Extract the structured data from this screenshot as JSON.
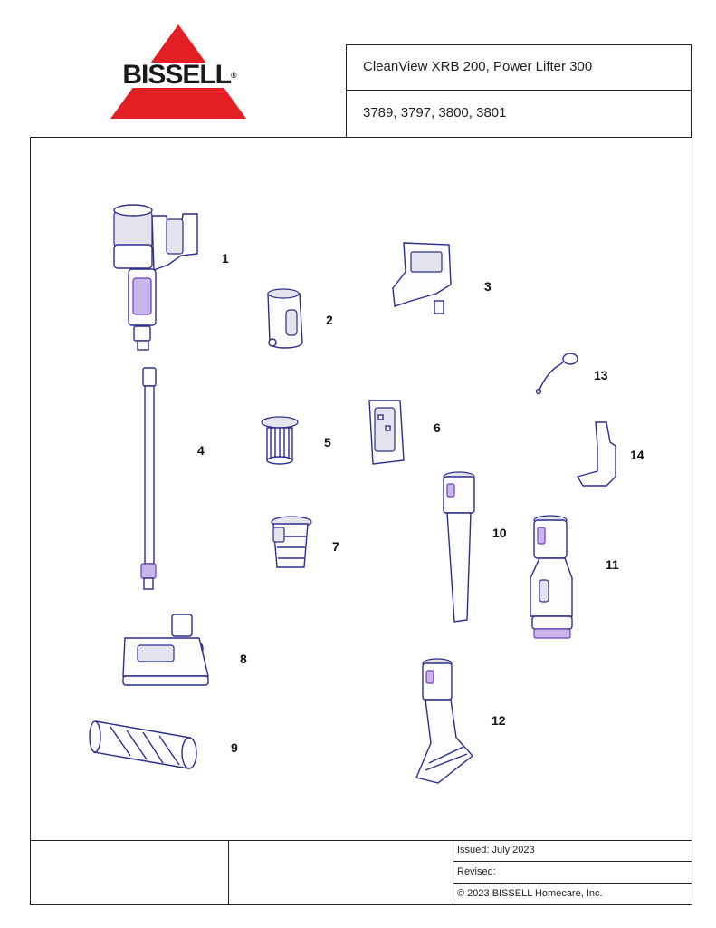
{
  "brand": {
    "name": "BISSELL",
    "registered": "®",
    "color": "#e31e24"
  },
  "header": {
    "title": "CleanView XRB 200, Power Lifter 300",
    "models": "3789, 3797, 3800, 3801"
  },
  "diagram": {
    "callouts": [
      "1",
      "2",
      "3",
      "4",
      "5",
      "6",
      "7",
      "8",
      "9",
      "10",
      "11",
      "12",
      "13",
      "14"
    ],
    "colors": {
      "outline": "#2b2f8c",
      "accent": "#c9b5ea"
    }
  },
  "footer": {
    "issued": "Issued:  July 2023",
    "revised": "Revised:",
    "copyright": "© 2023 BISSELL Homecare, Inc."
  }
}
